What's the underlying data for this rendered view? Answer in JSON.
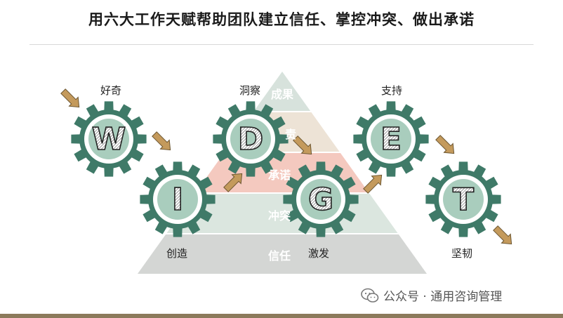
{
  "title": "用六大工作天赋帮助团队建立信任、掌控冲突、做出承诺",
  "pyramid": {
    "tiers": [
      {
        "label": "成果",
        "color": "#d7e2dc"
      },
      {
        "label": "责",
        "color": "#ede3d6"
      },
      {
        "label": "承诺",
        "color": "#f4c9bf"
      },
      {
        "label": "冲突",
        "color": "#dbe6df"
      },
      {
        "label": "信任",
        "color": "#d4d6d4"
      }
    ]
  },
  "gears": [
    {
      "letter": "W",
      "caption": "好奇"
    },
    {
      "letter": "I",
      "caption": "创造"
    },
    {
      "letter": "D",
      "caption": "洞察"
    },
    {
      "letter": "G",
      "caption": "激发"
    },
    {
      "letter": "E",
      "caption": "支持"
    },
    {
      "letter": "T",
      "caption": "坚韧"
    }
  ],
  "colors": {
    "gear": "#3f7a68",
    "gear_center": "#a9cdbd",
    "arrow": "#c49a5c"
  },
  "watermark": "公众号 · 通用咨询管理"
}
